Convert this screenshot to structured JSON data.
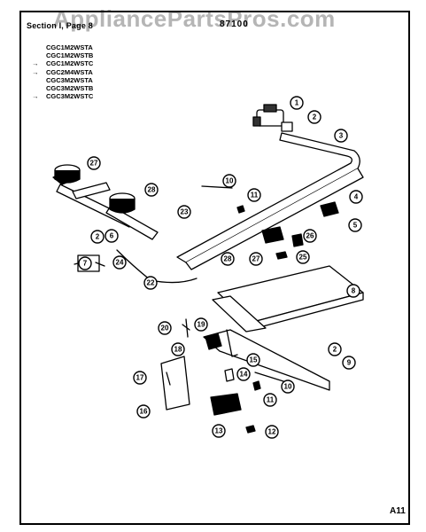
{
  "header": {
    "section": "Section I, Page 8",
    "code": "87100",
    "watermark": "AppliancePartsPros.com"
  },
  "models": [
    {
      "name": "CGC1M2WSTA",
      "arrow": false
    },
    {
      "name": "CGC1M2WSTB",
      "arrow": false
    },
    {
      "name": "CGC1M2WSTC",
      "arrow": true
    },
    {
      "name": "CGC2M4WSTA",
      "arrow": true
    },
    {
      "name": "CGC3M2WSTA",
      "arrow": false
    },
    {
      "name": "CGC3M2WSTB",
      "arrow": false
    },
    {
      "name": "CGC3M2WSTC",
      "arrow": true
    }
  ],
  "page_number": "A11",
  "callouts": [
    "1",
    "2",
    "3",
    "27",
    "28",
    "10",
    "11",
    "4",
    "23",
    "5",
    "2",
    "26",
    "6",
    "25",
    "7",
    "24",
    "28",
    "27",
    "22",
    "8",
    "20",
    "19",
    "18",
    "2",
    "15",
    "9",
    "17",
    "14",
    "10",
    "11",
    "16",
    "13",
    "12"
  ]
}
